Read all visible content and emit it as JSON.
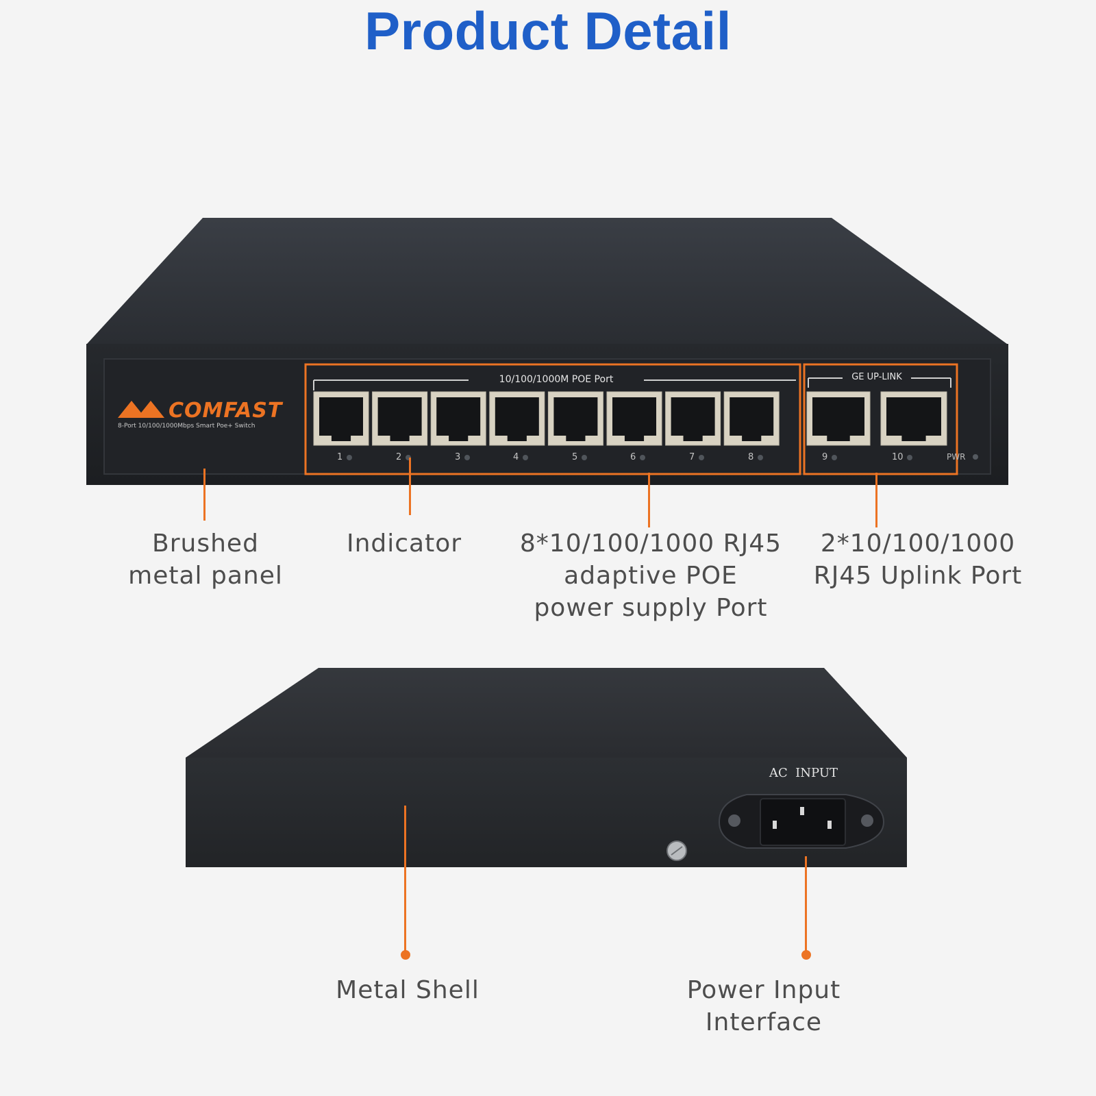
{
  "title": "Product Detail",
  "device_front": {
    "brand": "COMFAST",
    "model_caption": "8-Port 10/100/1000Mbps Smart Poe+ Switch",
    "poe_group_label": "10/100/1000M POE  Port",
    "uplink_group_label": "GE UP-LINK",
    "port_numbers": [
      "1",
      "2",
      "3",
      "4",
      "5",
      "6",
      "7",
      "8",
      "9",
      "10"
    ],
    "power_led_label": "PWR"
  },
  "device_back": {
    "power_socket_label": "AC  INPUT"
  },
  "callouts": {
    "brushed_panel": [
      "Brushed",
      "metal panel"
    ],
    "indicator": [
      "Indicator"
    ],
    "poe_ports": [
      "8*10/100/1000 RJ45",
      "adaptive POE",
      "power supply Port"
    ],
    "uplink_ports": [
      "2*10/100/1000",
      "RJ45 Uplink Port"
    ],
    "metal_shell": [
      "Metal Shell"
    ],
    "power_input": [
      "Power Input",
      "Interface"
    ]
  },
  "colors": {
    "title_blue": "#1f5fc8",
    "accent_orange": "#ec7323",
    "label_gray": "#4d4d4d",
    "device_dark": "#2b2e33",
    "background": "#f4f4f4"
  }
}
